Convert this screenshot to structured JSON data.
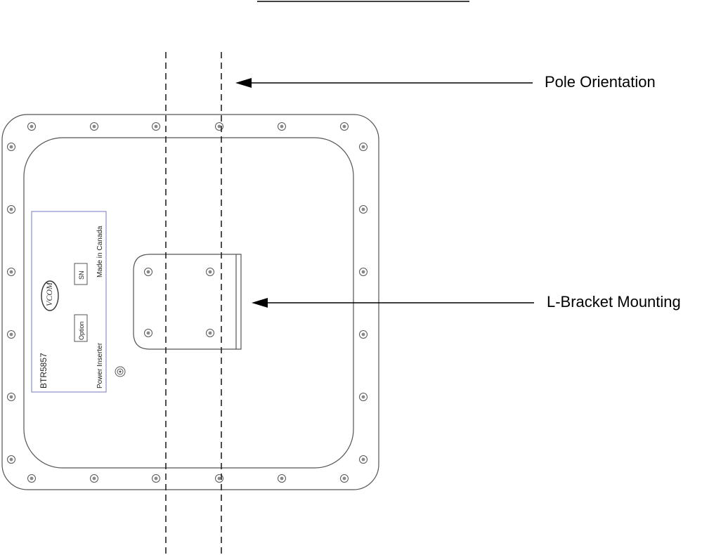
{
  "callouts": {
    "pole_orientation": "Pole Orientation",
    "l_bracket_mounting": "L-Bracket Mounting"
  },
  "label_plate": {
    "model": "BTR5857",
    "product": "Power Inserter",
    "origin": "Made in Canada",
    "option_box": "Option",
    "serial_box": "SN",
    "logo": "VCOM"
  },
  "colors": {
    "line": "#444444",
    "plate_border": "#8a8fc8",
    "background": "#ffffff"
  },
  "icons": {
    "bolt": "bolt-icon",
    "connector": "connector-icon",
    "logo": "logo-icon"
  }
}
